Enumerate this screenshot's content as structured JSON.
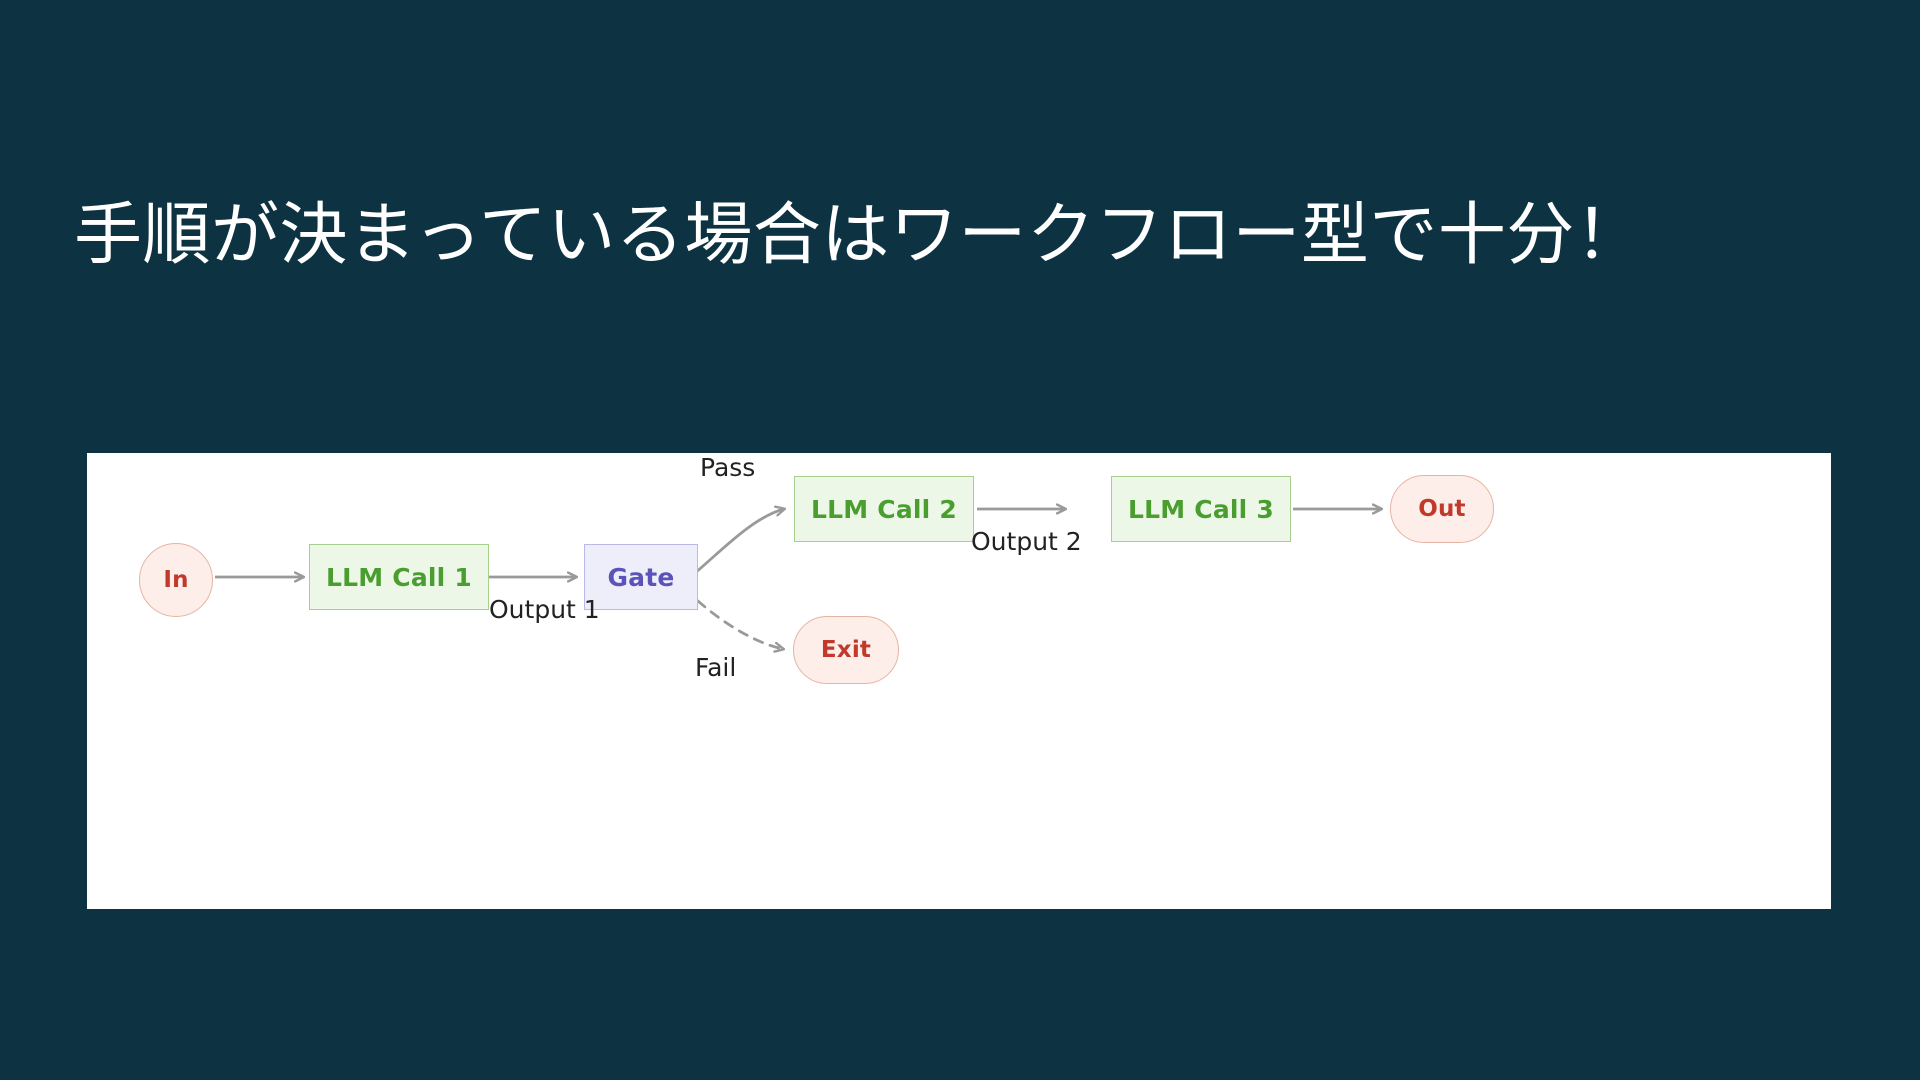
{
  "slide": {
    "background_color": "#0d3343",
    "title": "手順が決まっている場合はワークフロー型で十分！"
  },
  "diagram": {
    "panel_background": "#ffffff",
    "type": "flowchart",
    "nodes": [
      {
        "id": "in",
        "label": "In",
        "shape": "circle",
        "fill": "#fdeeea",
        "stroke": "#e8b3a3",
        "text_color": "#c0392b"
      },
      {
        "id": "llm1",
        "label": "LLM Call 1",
        "shape": "rect",
        "fill": "#edf7e8",
        "stroke": "#a8cf8e",
        "text_color": "#4a9e2f"
      },
      {
        "id": "gate",
        "label": "Gate",
        "shape": "rect",
        "fill": "#eeeefa",
        "stroke": "#b9b9e4",
        "text_color": "#5b53b8"
      },
      {
        "id": "llm2",
        "label": "LLM Call 2",
        "shape": "rect",
        "fill": "#edf7e8",
        "stroke": "#a8cf8e",
        "text_color": "#4a9e2f"
      },
      {
        "id": "llm3",
        "label": "LLM Call 3",
        "shape": "rect",
        "fill": "#edf7e8",
        "stroke": "#a8cf8e",
        "text_color": "#4a9e2f"
      },
      {
        "id": "out",
        "label": "Out",
        "shape": "capsule",
        "fill": "#fdeeea",
        "stroke": "#e8b3a3",
        "text_color": "#c0392b"
      },
      {
        "id": "exit",
        "label": "Exit",
        "shape": "capsule",
        "fill": "#fdeeea",
        "stroke": "#e8b3a3",
        "text_color": "#c0392b"
      }
    ],
    "edges": [
      {
        "from": "in",
        "to": "llm1",
        "label": "",
        "style": "solid"
      },
      {
        "from": "llm1",
        "to": "gate",
        "label": "Output 1",
        "style": "solid"
      },
      {
        "from": "gate",
        "to": "llm2",
        "label": "Pass",
        "style": "solid"
      },
      {
        "from": "gate",
        "to": "exit",
        "label": "Fail",
        "style": "dashed"
      },
      {
        "from": "llm2",
        "to": "llm3",
        "label": "Output 2",
        "style": "solid"
      },
      {
        "from": "llm3",
        "to": "out",
        "label": "",
        "style": "solid"
      }
    ],
    "edge_color": "#9a9a9a",
    "label_color": "#222222"
  }
}
